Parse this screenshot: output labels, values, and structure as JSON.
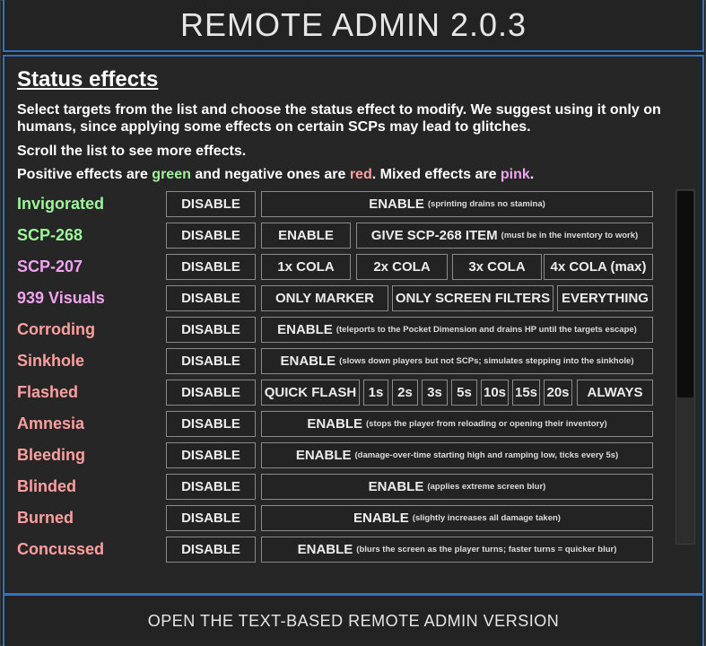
{
  "header": {
    "title": "REMOTE ADMIN 2.0.3"
  },
  "panel": {
    "heading": "Status effects",
    "desc1": "Select targets from the list and choose the status effect to modify. We suggest using it only on humans, since applying some effects on certain SCPs may lead to glitches.",
    "desc2": "Scroll the list to see more effects.",
    "desc3_a": "Positive effects are ",
    "desc3_green": "green",
    "desc3_b": " and negative ones are ",
    "desc3_red": "red",
    "desc3_c": ". Mixed effects are ",
    "desc3_pink": "pink",
    "desc3_d": "."
  },
  "colors": {
    "positive": "#9ff59a",
    "negative": "#ff9f9f",
    "mixed": "#f0a3f0",
    "accent": "#2f74c0"
  },
  "effects": [
    {
      "name": "Invigorated",
      "disable": "DISABLE",
      "enable": "ENABLE",
      "note": "(sprinting drains no stamina)"
    },
    {
      "name": "SCP-268",
      "disable": "DISABLE",
      "enable": "ENABLE",
      "give": "GIVE SCP-268 ITEM",
      "note": "(must be in the inventory to work)"
    },
    {
      "name": "SCP-207",
      "disable": "DISABLE",
      "opts": [
        "1x COLA",
        "2x COLA",
        "3x COLA",
        "4x COLA (max)"
      ]
    },
    {
      "name": "939 Visuals",
      "disable": "DISABLE",
      "opts": [
        "ONLY MARKER",
        "ONLY SCREEN FILTERS",
        "EVERYTHING"
      ]
    },
    {
      "name": "Corroding",
      "disable": "DISABLE",
      "enable": "ENABLE",
      "note": "(teleports to the Pocket Dimension and drains HP until the targets escape)"
    },
    {
      "name": "Sinkhole",
      "disable": "DISABLE",
      "enable": "ENABLE",
      "note": "(slows down players but not SCPs; simulates stepping into the sinkhole)"
    },
    {
      "name": "Flashed",
      "disable": "DISABLE",
      "opts": [
        "QUICK FLASH",
        "1s",
        "2s",
        "3s",
        "5s",
        "10s",
        "15s",
        "20s",
        "ALWAYS"
      ]
    },
    {
      "name": "Amnesia",
      "disable": "DISABLE",
      "enable": "ENABLE",
      "note": "(stops the player from reloading or opening their inventory)"
    },
    {
      "name": "Bleeding",
      "disable": "DISABLE",
      "enable": "ENABLE",
      "note": "(damage-over-time starting high and ramping low, ticks every 5s)"
    },
    {
      "name": "Blinded",
      "disable": "DISABLE",
      "enable": "ENABLE",
      "note": "(applies extreme screen blur)"
    },
    {
      "name": "Burned",
      "disable": "DISABLE",
      "enable": "ENABLE",
      "note": "(slightly increases all damage taken)"
    },
    {
      "name": "Concussed",
      "disable": "DISABLE",
      "enable": "ENABLE",
      "note": "(blurs the screen as the player turns; faster turns = quicker blur)"
    }
  ],
  "footer": {
    "label": "OPEN THE TEXT-BASED REMOTE ADMIN VERSION"
  }
}
